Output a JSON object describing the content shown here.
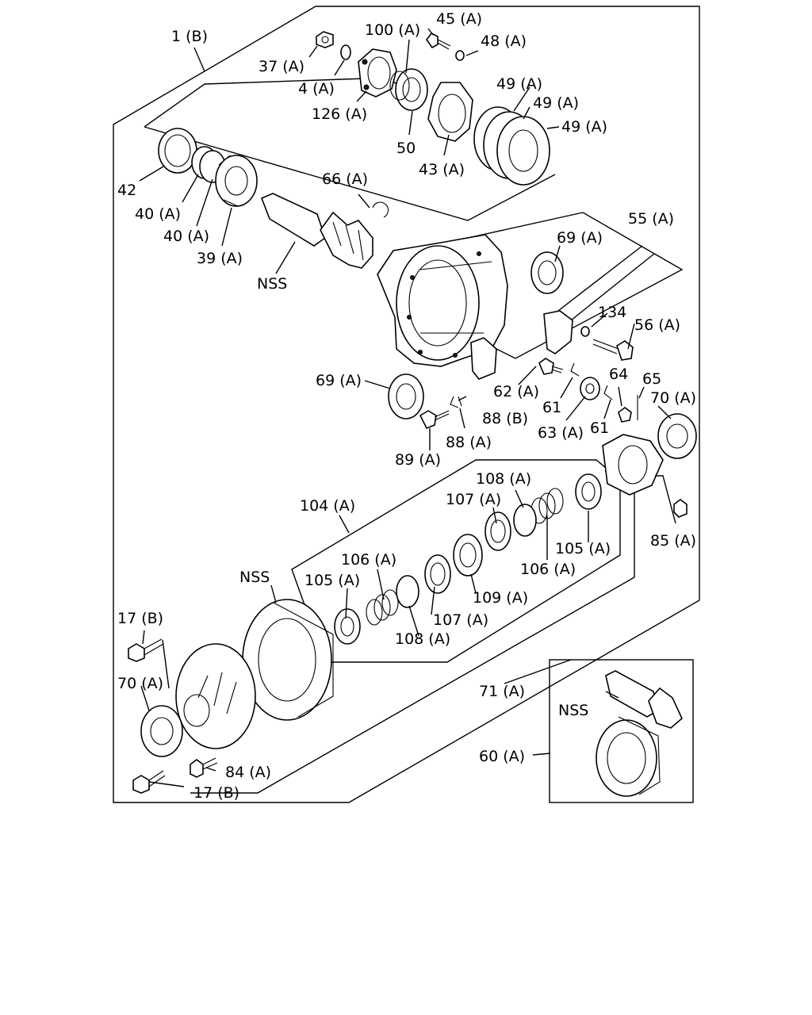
{
  "labels": {
    "l_1b": "1 (B)",
    "l_37a": "37 (A)",
    "l_4a": "4 (A)",
    "l_100a": "100 (A)",
    "l_45a": "45 (A)",
    "l_48a": "48 (A)",
    "l_126a": "126 (A)",
    "l_50": "50",
    "l_43a": "43 (A)",
    "l_49a_1": "49 (A)",
    "l_49a_2": "49 (A)",
    "l_49a_3": "49 (A)",
    "l_42": "42",
    "l_40a_1": "40 (A)",
    "l_40a_2": "40 (A)",
    "l_39a": "39 (A)",
    "l_66a": "66 (A)",
    "l_nss_pinion": "NSS",
    "l_55a": "55 (A)",
    "l_69a_top": "69 (A)",
    "l_134": "134",
    "l_56a": "56 (A)",
    "l_69a_left": "69 (A)",
    "l_62a": "62 (A)",
    "l_64": "64",
    "l_65": "65",
    "l_70a_right": "70 (A)",
    "l_61_a": "61",
    "l_61_b": "61",
    "l_63a": "63 (A)",
    "l_88b": "88 (B)",
    "l_88a": "88 (A)",
    "l_89a": "89 (A)",
    "l_108a_top": "108 (A)",
    "l_107a_top": "107 (A)",
    "l_104a": "104 (A)",
    "l_105a_right": "105 (A)",
    "l_106a_right": "106 (A)",
    "l_85a": "85 (A)",
    "l_nss_ring": "NSS",
    "l_106a_left": "106 (A)",
    "l_105a_left": "105 (A)",
    "l_109a": "109 (A)",
    "l_107a_bottom": "107 (A)",
    "l_108a_bottom": "108 (A)",
    "l_17b_top": "17 (B)",
    "l_70a_left": "70 (A)",
    "l_71a": "71 (A)",
    "l_84a": "84 (A)",
    "l_17b_bottom": "17 (B)",
    "l_nss_inset": "NSS",
    "l_60a": "60 (A)"
  }
}
